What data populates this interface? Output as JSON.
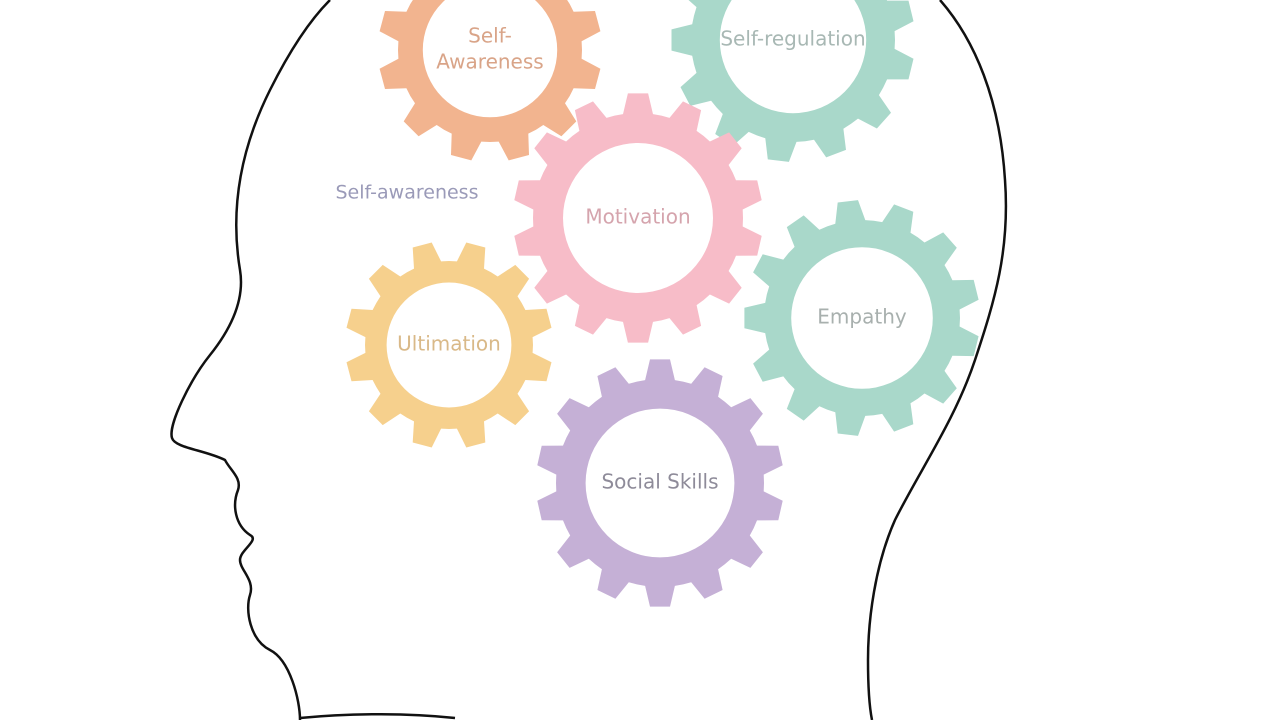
{
  "colors": {
    "background": "#ffffff",
    "head_outline": "#111111",
    "text_default": "#9a9aa8"
  },
  "head": {
    "name": "head-silhouette"
  },
  "gears": [
    {
      "id": "self-awareness",
      "label_lines": [
        "Self-",
        "Awareness"
      ],
      "color": "#f2b48f",
      "text_color": "#d9a488"
    },
    {
      "id": "self-regulation",
      "label_lines": [
        "Self-regulation"
      ],
      "color": "#a9d8ca",
      "text_color": "#a8b8b4"
    },
    {
      "id": "motivation",
      "label_lines": [
        "Motivation"
      ],
      "color": "#f7bcc8",
      "text_color": "#d5a4ad"
    },
    {
      "id": "empathy",
      "label_lines": [
        "Empathy"
      ],
      "color": "#a9d8ca",
      "text_color": "#a8b0ae"
    },
    {
      "id": "ultimation",
      "label_lines": [
        "Ultimation"
      ],
      "color": "#f6d08d",
      "text_color": "#d9b988"
    },
    {
      "id": "social-skills",
      "label_lines": [
        "Social Skills"
      ],
      "color": "#c5b0d6",
      "text_color": "#8e8b99"
    }
  ],
  "free_labels": [
    {
      "id": "self-awareness-floating",
      "text": "Self-awareness",
      "color": "#9a9ab8"
    }
  ]
}
